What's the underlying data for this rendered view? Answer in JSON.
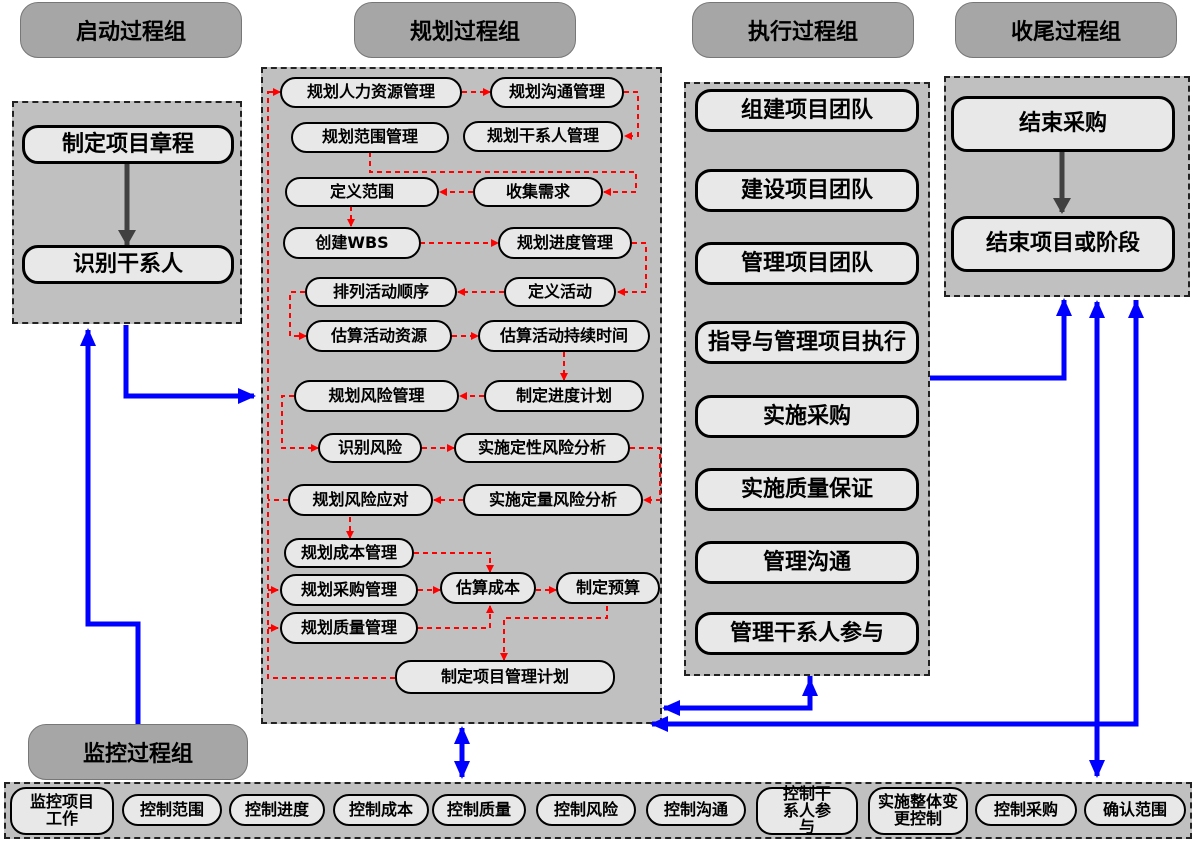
{
  "groups": {
    "initiating": "启动过程组",
    "planning": "规划过程组",
    "executing": "执行过程组",
    "closing": "收尾过程组",
    "monitoring": "监控过程组"
  },
  "initiating_nodes": {
    "charter": "制定项目章程",
    "stakeholders": "识别干系人"
  },
  "planning_nodes": {
    "plan_hr": "规划人力资源管理",
    "plan_comm": "规划沟通管理",
    "plan_scope": "规划范围管理",
    "plan_stakeholder": "规划干系人管理",
    "define_scope": "定义范围",
    "collect_req": "收集需求",
    "create_wbs": "创建WBS",
    "plan_schedule": "规划进度管理",
    "sequence_act": "排列活动顺序",
    "define_act": "定义活动",
    "est_resources": "估算活动资源",
    "est_durations": "估算活动持续时间",
    "plan_risk": "规划风险管理",
    "develop_schedule": "制定进度计划",
    "identify_risk": "识别风险",
    "qual_risk": "实施定性风险分析",
    "plan_risk_resp": "规划风险应对",
    "quant_risk": "实施定量风险分析",
    "plan_cost": "规划成本管理",
    "plan_proc": "规划采购管理",
    "est_cost": "估算成本",
    "determine_budget": "制定预算",
    "plan_quality": "规划质量管理",
    "develop_pmp": "制定项目管理计划"
  },
  "executing_nodes": {
    "acquire_team": "组建项目团队",
    "develop_team": "建设项目团队",
    "manage_team": "管理项目团队",
    "direct_manage": "指导与管理项目执行",
    "conduct_proc": "实施采购",
    "perform_qa": "实施质量保证",
    "manage_comm": "管理沟通",
    "manage_stake": "管理干系人参与"
  },
  "closing_nodes": {
    "close_proc": "结束采购",
    "close_project": "结束项目或阶段"
  },
  "monitoring_nodes": {
    "monitor_work": "监控项目工作",
    "control_scope": "控制范围",
    "control_schedule": "控制进度",
    "control_cost": "控制成本",
    "control_quality": "控制质量",
    "control_risk": "控制风险",
    "control_comm": "控制沟通",
    "control_stake": "控制干系人参与",
    "integrated_change": "实施整体变更控制",
    "control_proc": "控制采购",
    "validate_scope": "确认范围"
  },
  "colors": {
    "blue_arrow": "#0000ff",
    "red_arrow": "#ff0000",
    "panel": "#c0c0c0",
    "header": "#a6a6a6",
    "node": "#e8e8e8"
  }
}
